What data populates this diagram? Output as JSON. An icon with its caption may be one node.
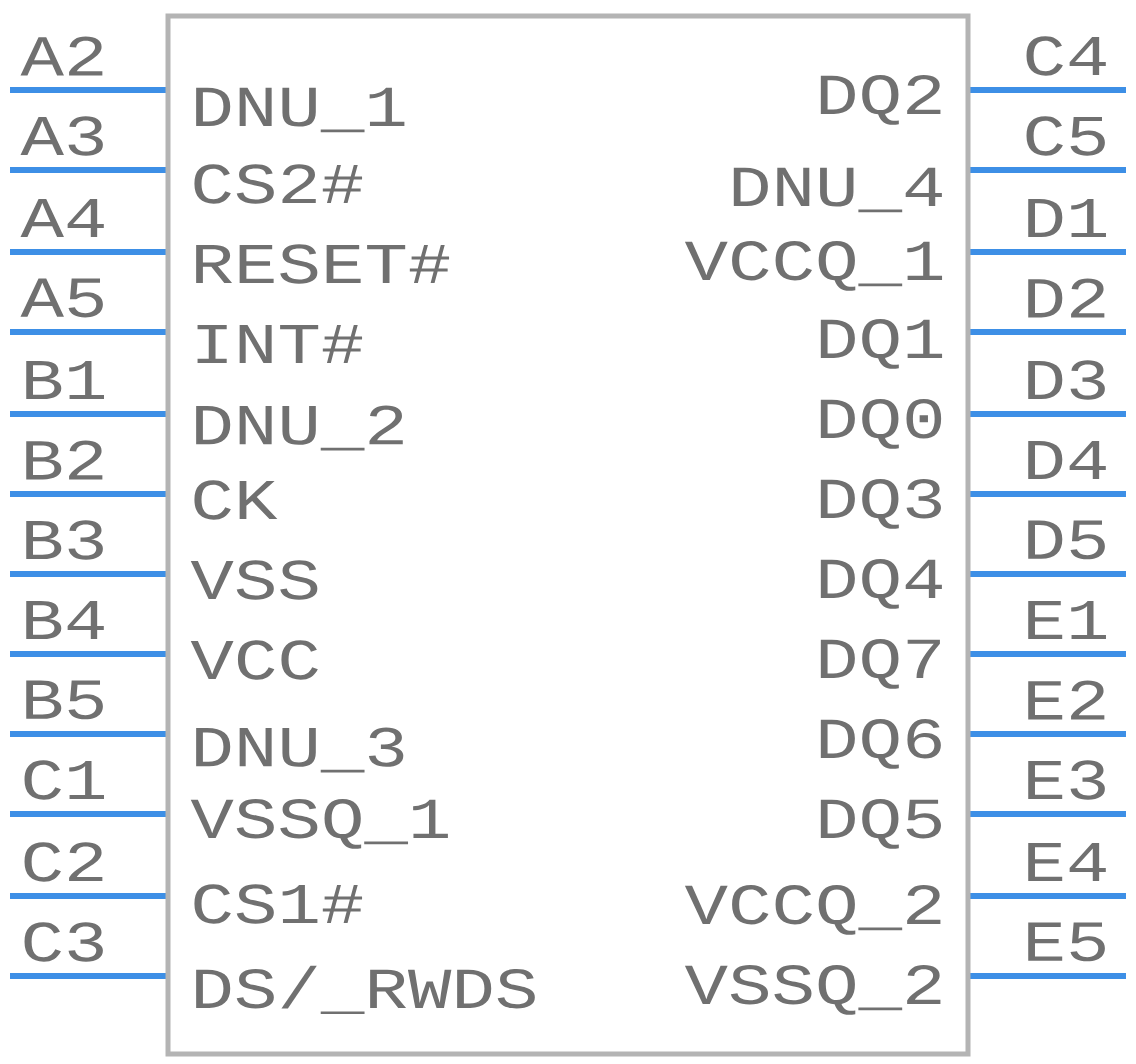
{
  "diagram": {
    "nodes": [
      {
        "text": [],
        "shape": "box"
      }
    ],
    "labels": [
      "A2",
      "DNU_1",
      "DQ2",
      "C4",
      "A3",
      "CS2#",
      "DNU_4",
      "C5",
      "A4",
      "RESET#",
      "VCCQ_1",
      "D1",
      "A5",
      "INT#",
      "DQ1",
      "D2",
      "B1",
      "DNU_2",
      "DQ0",
      "D3",
      "B2",
      "CK",
      "DQ3",
      "D4",
      "B3",
      "VSS",
      "DQ4",
      "D5",
      "B4",
      "VCC",
      "DQ7",
      "E1",
      "B5",
      "DNU_3",
      "DQ6",
      "E2",
      "C1",
      "VSSQ_1",
      "DQ5",
      "E3",
      "C2",
      "CS1#",
      "VCCQ_2",
      "E4",
      "C3",
      "DS/_RWDS",
      "VSSQ_2",
      "E5"
    ]
  }
}
